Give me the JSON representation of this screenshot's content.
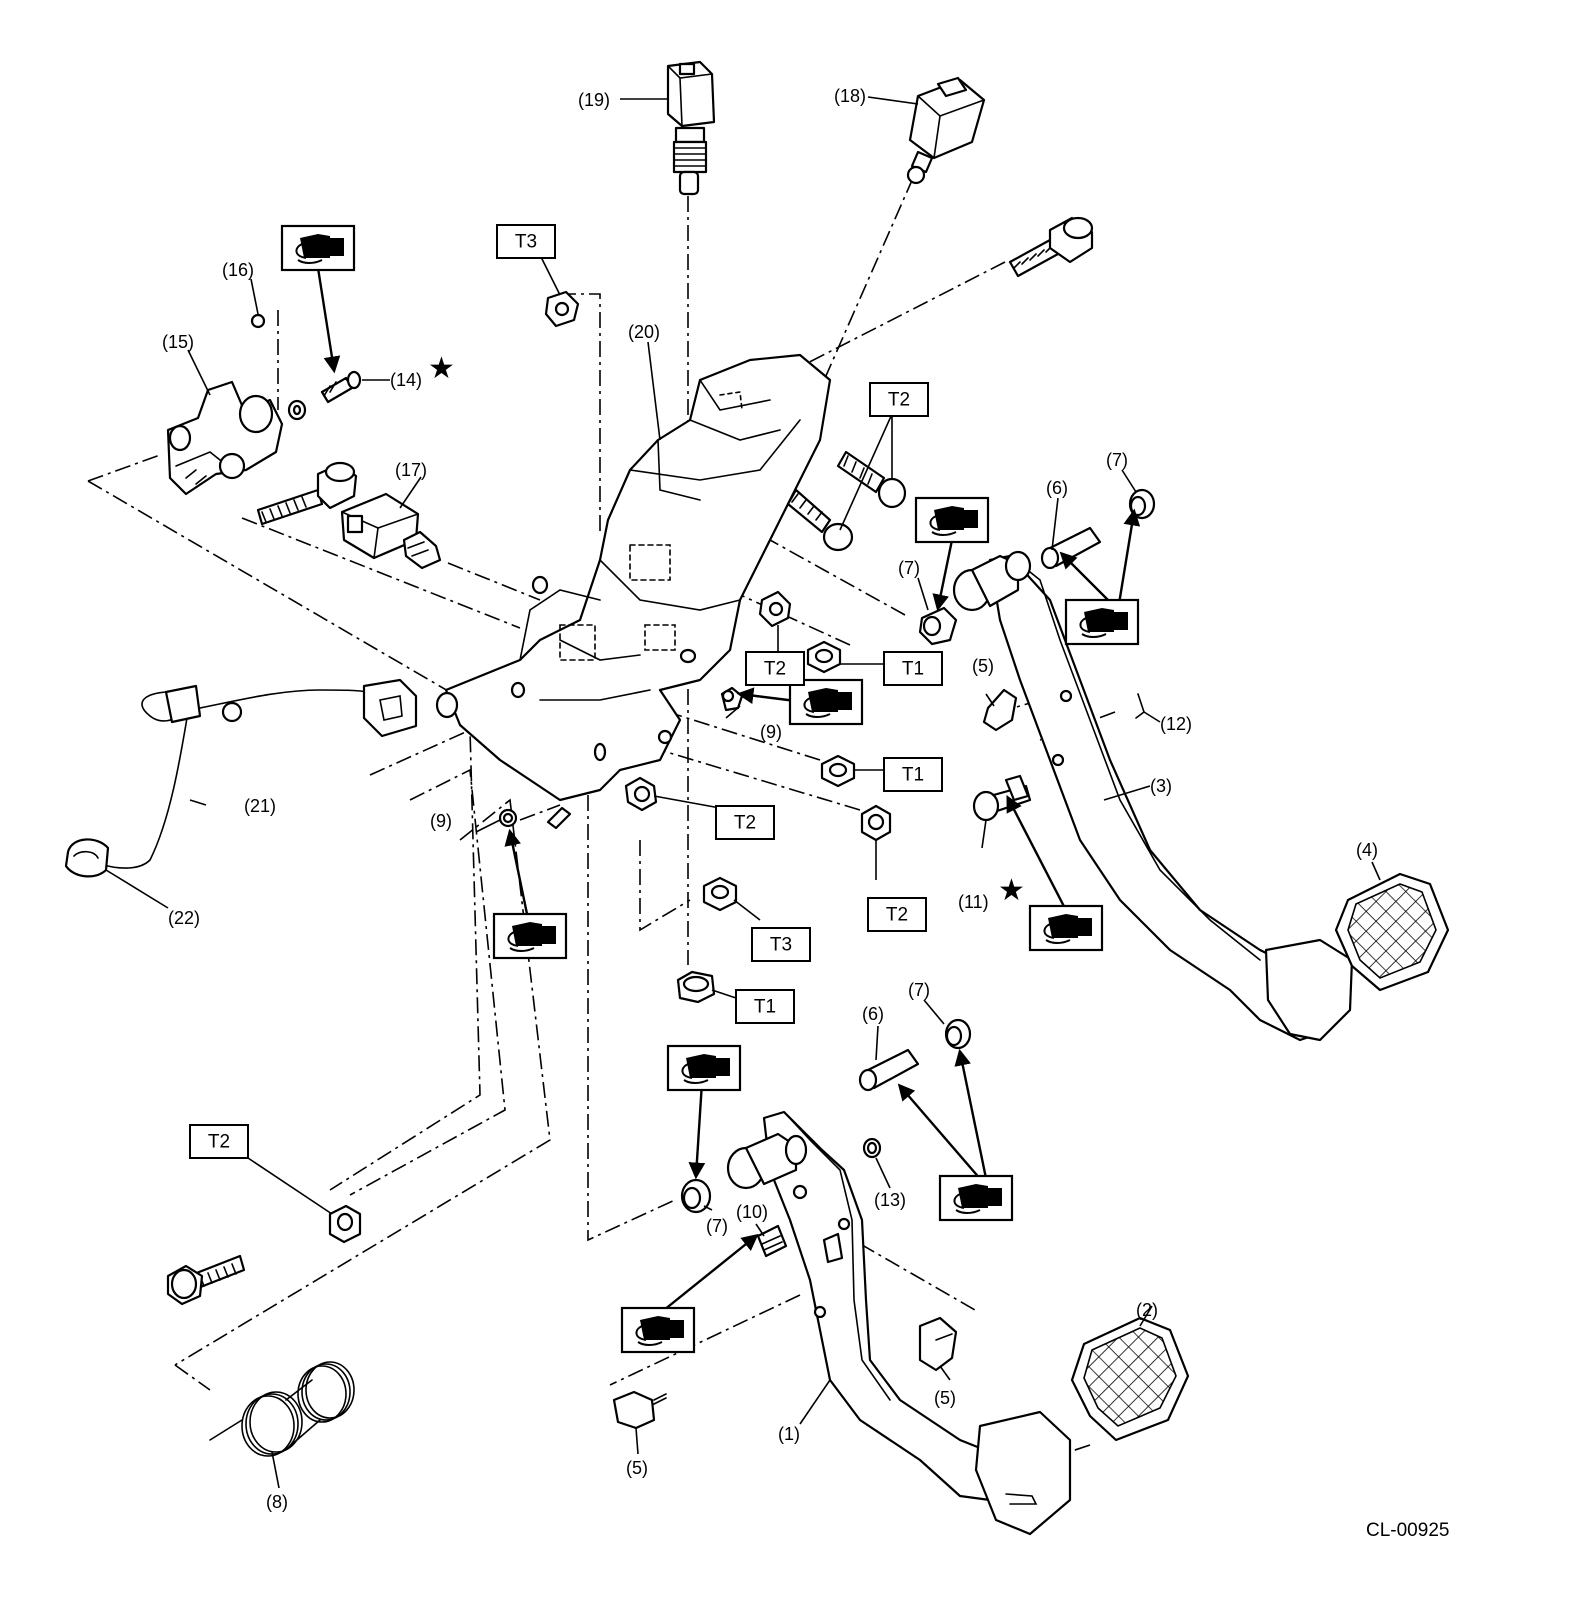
{
  "callouts": {
    "c1": "(1)",
    "c2": "(2)",
    "c3": "(3)",
    "c4": "(4)",
    "c5a": "(5)",
    "c5b": "(5)",
    "c5c": "(5)",
    "c6a": "(6)",
    "c6b": "(6)",
    "c7a": "(7)",
    "c7b": "(7)",
    "c7c": "(7)",
    "c7d": "(7)",
    "c8": "(8)",
    "c9a": "(9)",
    "c9b": "(9)",
    "c10": "(10)",
    "c11": "(11)",
    "c12": "(12)",
    "c13": "(13)",
    "c14": "(14)",
    "c15": "(15)",
    "c16": "(16)",
    "c17": "(17)",
    "c18": "(18)",
    "c19": "(19)",
    "c20": "(20)",
    "c21": "(21)",
    "c22": "(22)"
  },
  "torque_labels": {
    "t3_top": "T3",
    "t2_right": "T2",
    "t2_mid": "T2",
    "t1_mid": "T1",
    "t1_lower": "T1",
    "t2_center": "T2",
    "t2_lowright": "T2",
    "t3_lower": "T3",
    "t1_bottom": "T1",
    "t2_left": "T2"
  },
  "star_symbol": "★",
  "figure_code": "CL-00925",
  "icons": [
    "grease-icon"
  ]
}
